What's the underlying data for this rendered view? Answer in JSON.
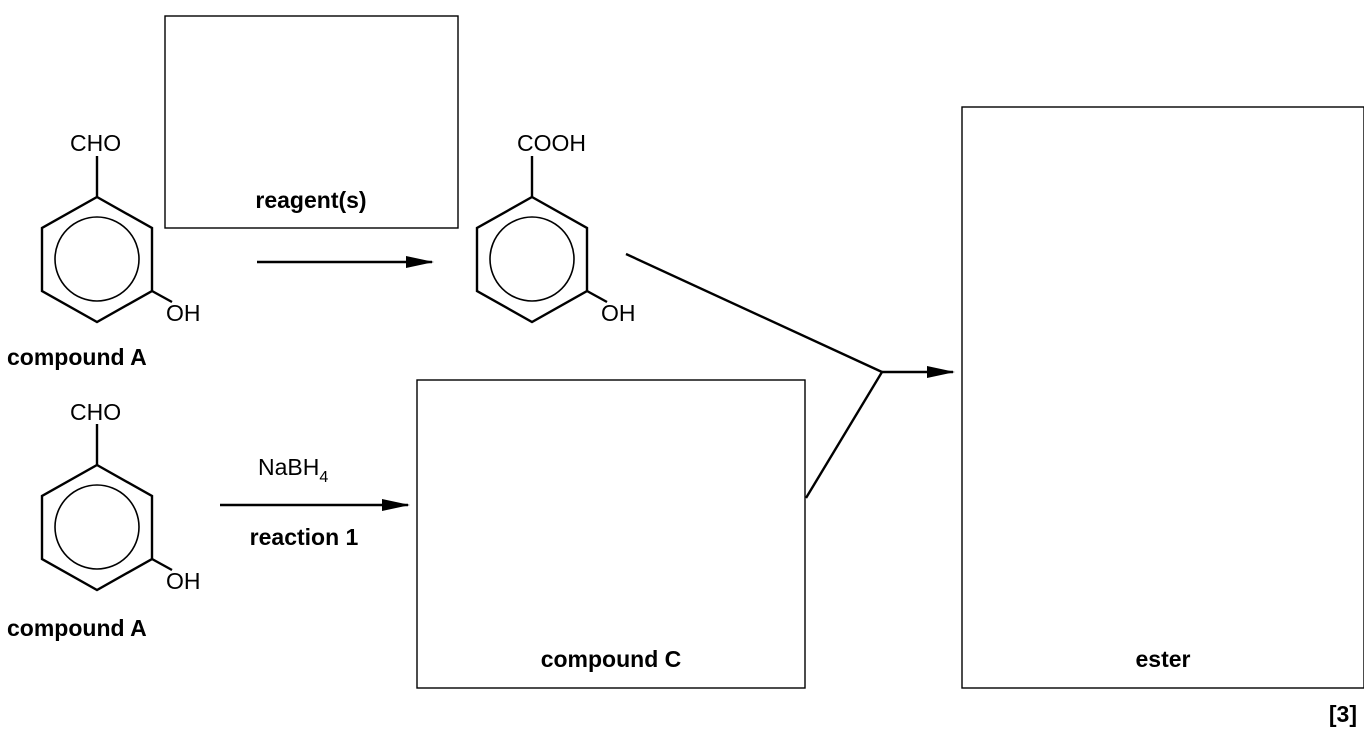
{
  "labels": {
    "cho_1": "CHO",
    "oh_1": "OH",
    "compound_a_1": "compound A",
    "cooh": "COOH",
    "oh_2": "OH",
    "cho_2": "CHO",
    "oh_3": "OH",
    "compound_a_2": "compound A",
    "reagent_box_label": "reagent(s)",
    "nabh_text": "NaBH",
    "nabh_sub": "4",
    "reaction_1": "reaction 1",
    "compound_c_box_label": "compound C",
    "ester_box_label": "ester",
    "marks": "[3]"
  }
}
